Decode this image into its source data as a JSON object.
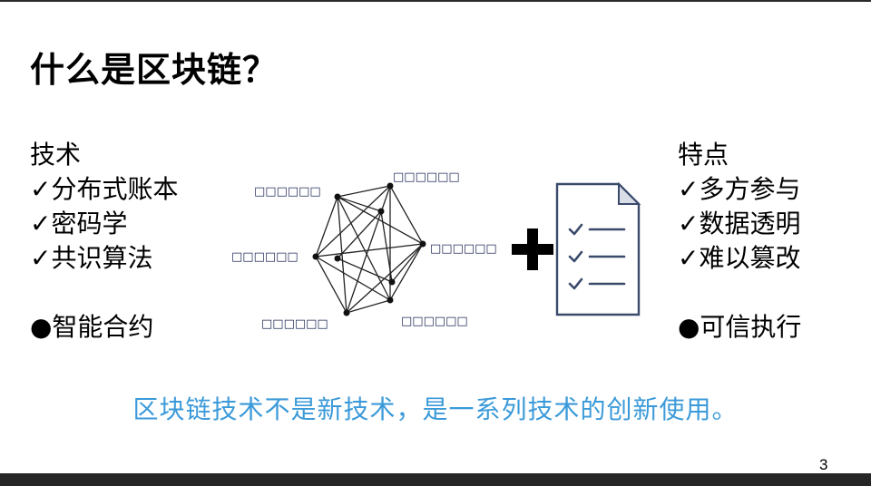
{
  "slide": {
    "title": "什么是区块链？",
    "left": {
      "heading": "技术",
      "items": [
        "✓分布式账本",
        "✓密码学",
        "✓共识算法"
      ],
      "bullet": "●智能合约"
    },
    "right": {
      "heading": "特点",
      "items": [
        "✓多方参与",
        "✓数据透明",
        "✓难以篡改"
      ],
      "bullet": "●可信执行"
    },
    "caption": "区块链技术不是新技术，是一系列技术的创新使用。",
    "page_number": "3",
    "node_labels": [
      "□□□□□□",
      "□□□□□□",
      "□□□□□□",
      "□□□□□□",
      "□□□□□□",
      "□□□□□□"
    ],
    "icons": [
      "network-graph-icon",
      "plus-icon",
      "checklist-document-icon"
    ]
  }
}
